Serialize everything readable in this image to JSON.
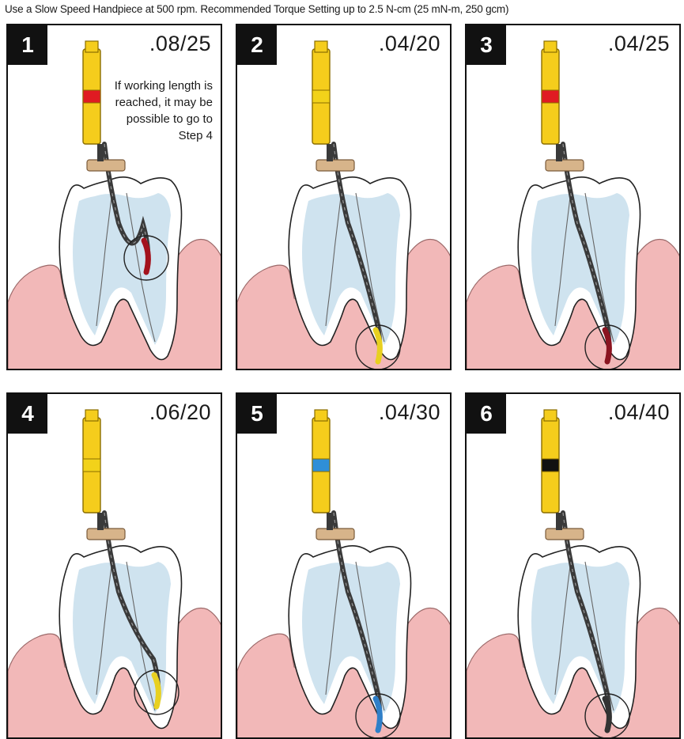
{
  "header": {
    "instructions": "Use a Slow Speed Handpiece at 500 rpm. Recommended Torque Setting up to 2.5 N-cm (25 mN-m, 250 gcm)"
  },
  "steps": [
    {
      "number": "1",
      "taper_size": ".08/25",
      "band_color": "#e01b22",
      "tip_color": "#a3121c",
      "note": "If working length is reached, it may be possible to go to Step 4"
    },
    {
      "number": "2",
      "taper_size": ".04/20",
      "band_color": "#f2d21a",
      "tip_color": "#e8d020"
    },
    {
      "number": "3",
      "taper_size": ".04/25",
      "band_color": "#e01b22",
      "tip_color": "#8a1420"
    },
    {
      "number": "4",
      "taper_size": ".06/20",
      "band_color": "#f2d21a",
      "tip_color": "#e8d020"
    },
    {
      "number": "5",
      "taper_size": ".04/30",
      "band_color": "#2f8fd8",
      "tip_color": "#2f7fc8"
    },
    {
      "number": "6",
      "taper_size": ".04/40",
      "band_color": "#111111",
      "tip_color": "#333333"
    }
  ],
  "colors": {
    "gum": "#f2b8b8",
    "gum_stroke": "#9c6a6a",
    "tooth": "#ffffff",
    "root_shade": "#cfe3ef",
    "handle": "#f5cd1c",
    "stopper": "#d7b48a"
  }
}
